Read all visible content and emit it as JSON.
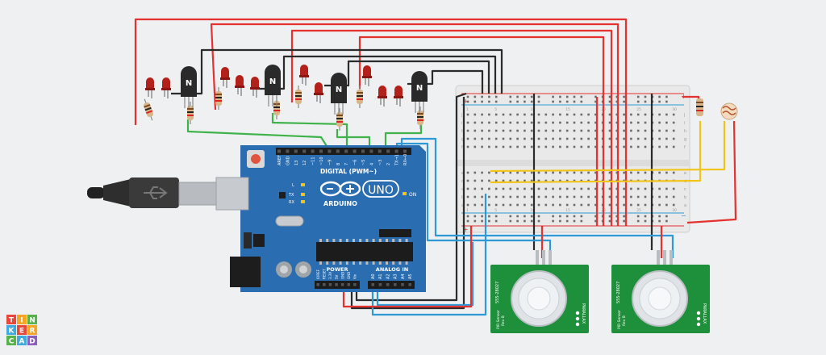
{
  "brand": {
    "logo_letters": [
      "T",
      "I",
      "N",
      "K",
      "E",
      "R",
      "C",
      "A",
      "D"
    ],
    "logo_colors": [
      "#e8473c",
      "#f6a623",
      "#56b34a",
      "#3fa9e0",
      "#e8473c",
      "#f6a623",
      "#56b34a",
      "#3fa9e0",
      "#8c5fb8"
    ]
  },
  "arduino": {
    "header_labels": [
      "AREF",
      "GND",
      "13",
      "12",
      "~11",
      "~10",
      "~9",
      "8",
      "7",
      "~6",
      "~5",
      "4",
      "~3",
      "2",
      "TX→1",
      "RX←0"
    ],
    "digital_label": "DIGITAL (PWM~)",
    "brand_text": "ARDUINO",
    "model_text": "UNO",
    "on_label": "ON",
    "led_labels": [
      "L",
      "TX",
      "RX"
    ],
    "power_label": "POWER",
    "analog_label": "ANALOG IN",
    "power_pins": [
      "IOREF",
      "RESET",
      "3.3V",
      "5V",
      "GND",
      "GND",
      "Vin"
    ],
    "analog_pins": [
      "A0",
      "A1",
      "A2",
      "A3",
      "A4",
      "A5"
    ],
    "colors": {
      "board": "#2a6db0",
      "dark": "#1e5590"
    }
  },
  "transistors": {
    "label": "N",
    "count": 4
  },
  "pir": [
    {
      "model": "555-28027",
      "brand": "PARALLAX",
      "caption": "PIR Sensor",
      "rev": "Rev B"
    },
    {
      "model": "555-28027",
      "brand": "PARALLAX",
      "caption": "PIR Sensor",
      "rev": "Rev B"
    }
  ],
  "breadboard": {
    "row_letters_top": [
      "j",
      "i",
      "h",
      "g",
      "f"
    ],
    "row_letters_bottom": [
      "e",
      "d",
      "c",
      "b",
      "a"
    ],
    "col_labels": [
      "1",
      "5",
      "10",
      "15",
      "20",
      "25",
      "30"
    ]
  },
  "wire_colors": {
    "red": "#e5312f",
    "black": "#2b2b2b",
    "green": "#3fb34a",
    "blue": "#2d9ad7",
    "yellow": "#f2c417"
  }
}
